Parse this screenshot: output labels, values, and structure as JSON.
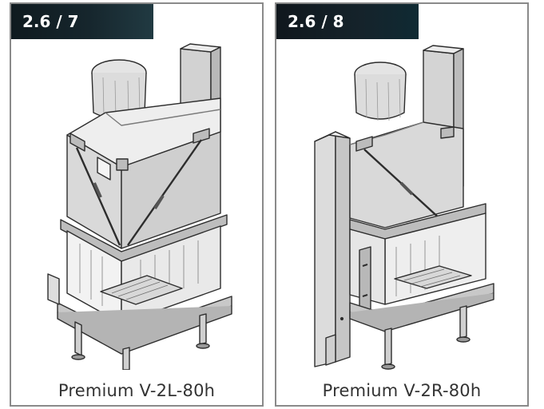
{
  "cards": [
    {
      "code": "2.6 / 7",
      "model": "Premium V-2L-80h"
    },
    {
      "code": "2.6 / 8",
      "model": "Premium V-2R-80h"
    }
  ],
  "colors": {
    "badge_dark": "#16262d",
    "border": "#8a8a8a",
    "text": "#333333",
    "line_art": "#2d2d2d",
    "panel_fill": "#d6d6d6"
  }
}
